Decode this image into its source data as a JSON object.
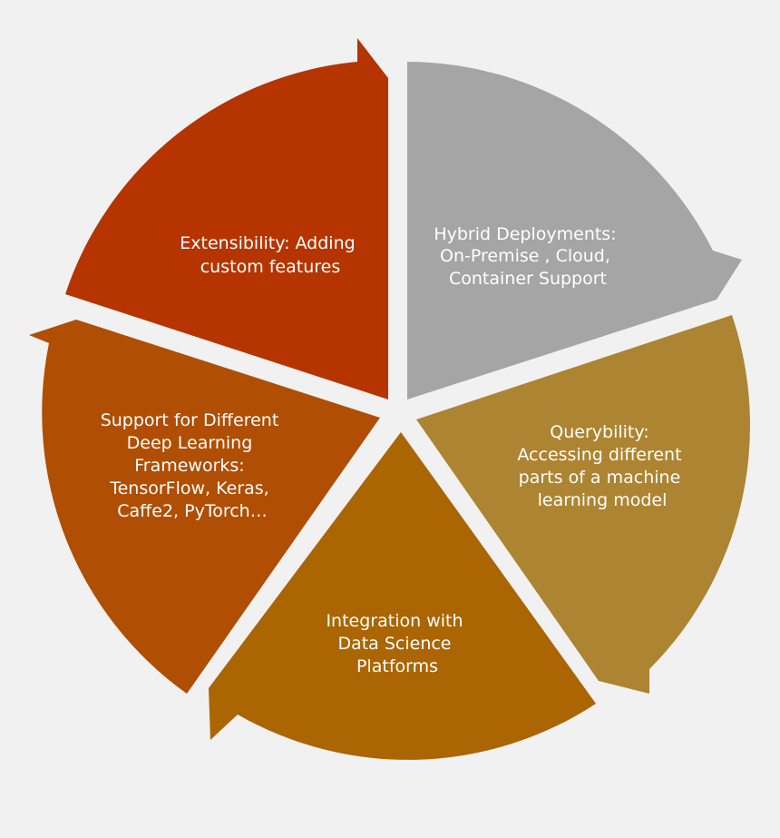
{
  "diagram": {
    "type": "cycle",
    "segments": [
      {
        "id": "hybrid",
        "color": "#a5a5a5",
        "lines": [
          "Hybrid Deployments:",
          "On-Premise , Cloud,",
          "Container Support"
        ]
      },
      {
        "id": "query",
        "color": "#ad8431",
        "lines": [
          "Querybility:",
          "Accessing different",
          "parts of a machine",
          "learning model"
        ]
      },
      {
        "id": "integration",
        "color": "#ab6502",
        "lines": [
          "Integration with",
          "Data Science",
          "Platforms"
        ]
      },
      {
        "id": "frameworks",
        "color": "#b04e04",
        "lines": [
          "Support for Different",
          "Deep Learning",
          "Frameworks:",
          "TensorFlow, Keras,",
          "Caffe2, PyTorch…"
        ]
      },
      {
        "id": "extensibility",
        "color": "#b53400",
        "lines": [
          "Extensibility: Adding",
          "custom features"
        ]
      }
    ]
  }
}
